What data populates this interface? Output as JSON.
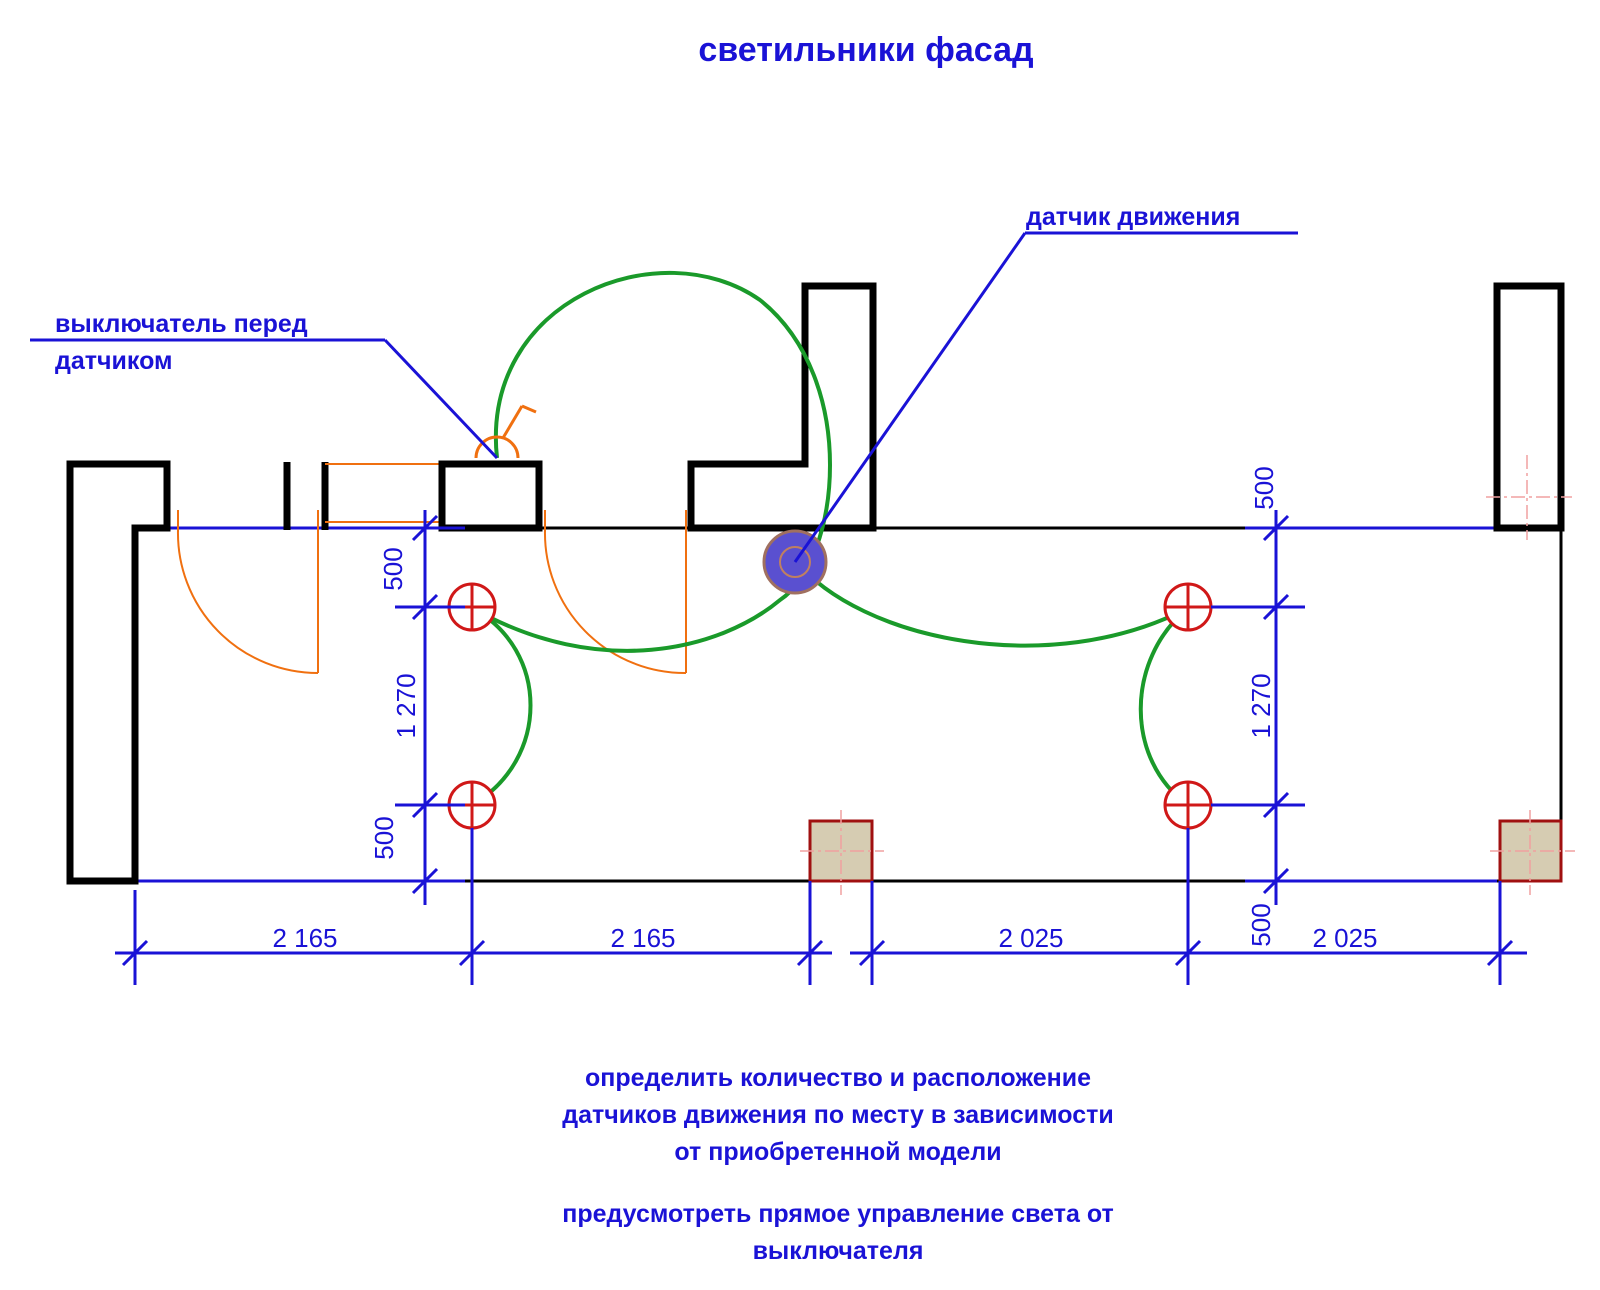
{
  "title": "светильники фасад",
  "callouts": {
    "switch_line1": "выключатель перед",
    "switch_line2": "датчиком",
    "sensor": "датчик движения"
  },
  "dimensions": {
    "horizontal": [
      "2 165",
      "2 165",
      "2 025",
      "2 025"
    ],
    "vertical_left": [
      "500",
      "1 270",
      "500"
    ],
    "vertical_right": [
      "500",
      "1 270",
      "500"
    ]
  },
  "notes": {
    "note1_line1": "определить количество и расположение",
    "note1_line2": "датчиков движения по месту в зависимости",
    "note1_line3": "от приобретенной модели",
    "note2_line1": "предусмотреть прямое управление света от",
    "note2_line2": "выключателя"
  },
  "colors": {
    "text": "#1a12d6",
    "wire": "#1a9a2a",
    "lamp": "#d01818",
    "door": "#f07010",
    "sensor": "#5a50d0",
    "column_fill": "#d6ccb2"
  },
  "symbols": {
    "lamp": "lamp-icon",
    "sensor": "motion-sensor-icon",
    "switch": "switch-icon"
  }
}
